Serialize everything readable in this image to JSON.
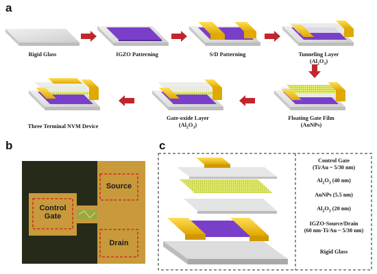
{
  "panel_a": {
    "letter": "a",
    "steps": [
      {
        "label": "Rigid Glass"
      },
      {
        "label": "IGZO Patterning"
      },
      {
        "label": "S/D Patterning"
      },
      {
        "label": "Tunneling Layer",
        "sub": "(Al",
        "sub2": "O",
        "sub3": ")"
      },
      {
        "label": "Floating Gate Film",
        "line2": "(AuNPs)"
      },
      {
        "label": "Gate-oxide Layer",
        "sub": "(Al",
        "sub2": "O",
        "sub3": ")"
      },
      {
        "label": "Three Terminal NVM Device"
      }
    ]
  },
  "panel_b": {
    "letter": "b",
    "labels": {
      "source": "Source",
      "control_gate_1": "Control",
      "control_gate_2": "Gate",
      "drain": "Drain"
    }
  },
  "panel_c": {
    "letter": "c",
    "layers": [
      {
        "line1": "Control Gate",
        "line2": "(Ti/Au ~ 5/30 nm)"
      },
      {
        "al": "Al",
        "o": "O",
        "rest": " (40 nm)"
      },
      {
        "line1": "AuNPs (5.5 nm)"
      },
      {
        "al": "Al",
        "o": "O",
        "rest": " (20 nm)"
      },
      {
        "line1": "IGZO-Source/Drain",
        "line2": "(60 nm-Ti/Au ~ 5/30 nm)"
      },
      {
        "line1": "Rigid Glass"
      }
    ]
  },
  "colors": {
    "arrow": "#c0272d",
    "igzo": "#7a3fc8",
    "gold": "#f2c318",
    "glass": "#d9d9d9",
    "aunp": "#d8e84a",
    "photo_bg": "#262a18",
    "photo_gold": "#c89a3c"
  }
}
